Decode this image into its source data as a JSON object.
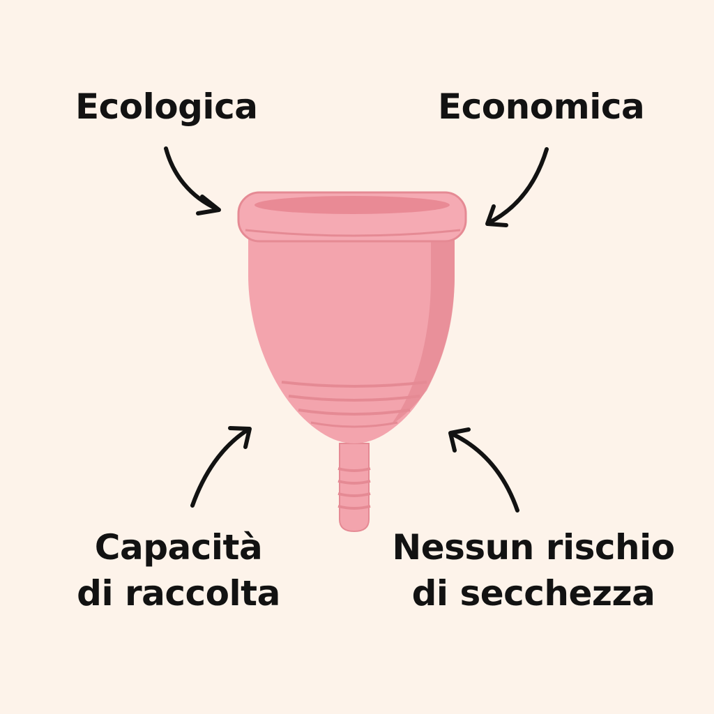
{
  "labels": {
    "top_left": "Ecologica",
    "top_right": "Economica",
    "bottom_left": [
      "Capacità",
      "di raccolta"
    ],
    "bottom_right": [
      "Nessun rischio",
      "di secchezza"
    ]
  },
  "colors": {
    "background": "#fdf3ea",
    "cup_body": "#f3a4ad",
    "cup_rim": "#f5aab3",
    "cup_inner": "#e98a95",
    "cup_shadow": "#e58a94",
    "arrow": "#121212",
    "text": "#121212"
  },
  "icons": {
    "main": "menstrual-cup-icon",
    "arrows": "curved-arrow-icon"
  }
}
